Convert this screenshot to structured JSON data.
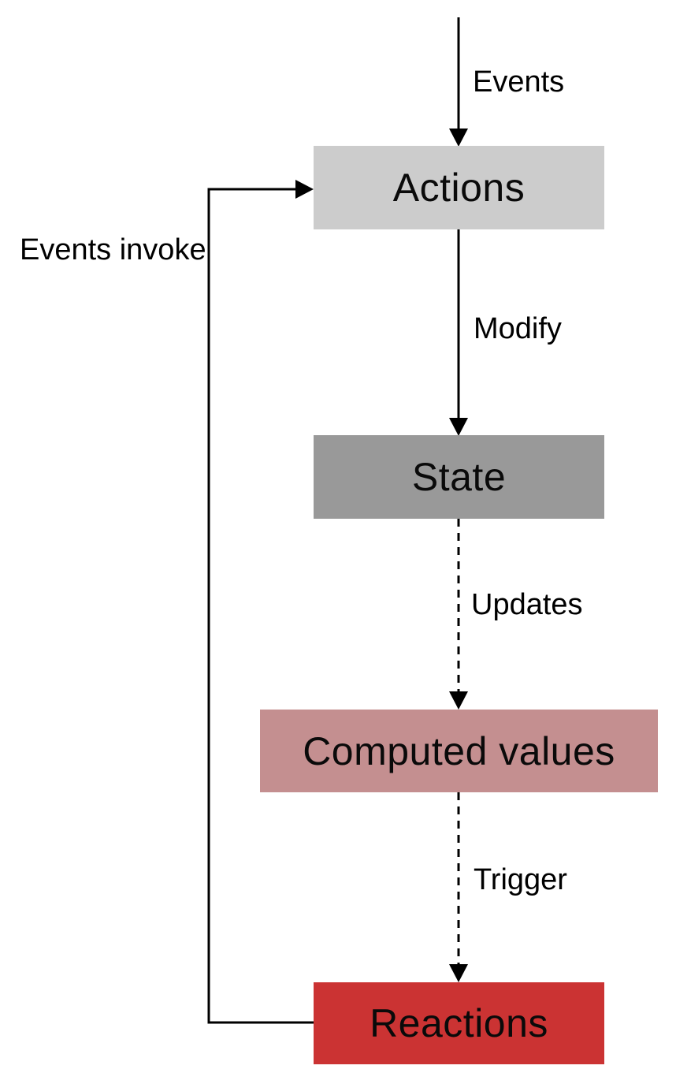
{
  "diagram": {
    "type": "flowchart",
    "background_color": "#ffffff",
    "line_color": "#000000",
    "text_color": "#000000",
    "nodes": [
      {
        "id": "actions",
        "label": "Actions",
        "color": "#cccccc"
      },
      {
        "id": "state",
        "label": "State",
        "color": "#999999"
      },
      {
        "id": "computed-values",
        "label": "Computed values",
        "color": "#c48f90"
      },
      {
        "id": "reactions",
        "label": "Reactions",
        "color": "#cb3333"
      }
    ],
    "edges": [
      {
        "from": "external",
        "to": "actions",
        "label": "Events",
        "style": "solid"
      },
      {
        "from": "actions",
        "to": "state",
        "label": "Modify",
        "style": "solid"
      },
      {
        "from": "state",
        "to": "computed-values",
        "label": "Updates",
        "style": "dashed"
      },
      {
        "from": "computed-values",
        "to": "reactions",
        "label": "Trigger",
        "style": "dashed"
      },
      {
        "from": "reactions",
        "to": "actions",
        "label": "Events invoke",
        "style": "solid"
      }
    ]
  }
}
